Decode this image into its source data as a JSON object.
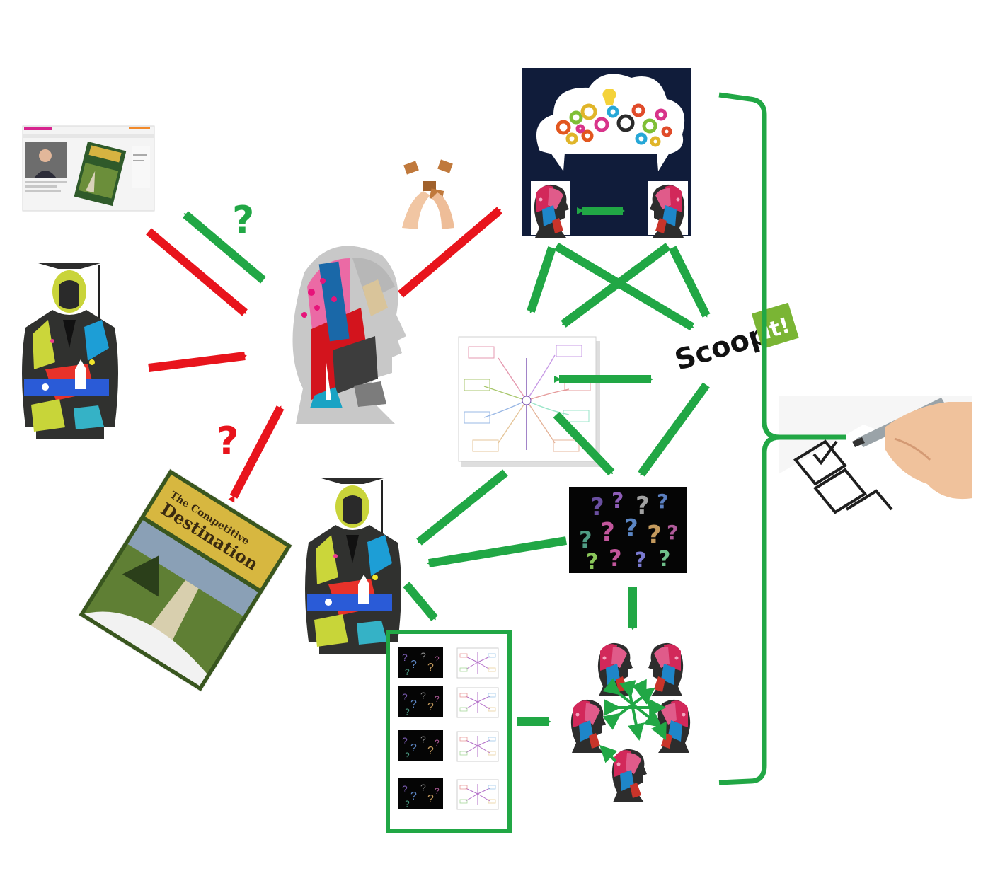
{
  "colors": {
    "green": "#21a745",
    "red": "#e8141c",
    "navy": "#101c3a",
    "scoop_green": "#7ab534",
    "black_panel": "#050505"
  },
  "labels": {
    "question_mark_top": "?",
    "question_mark_bottom": "?",
    "scoop_word": "Scoop.",
    "scoop_badge": "it!",
    "book_line1": "The Competitive",
    "book_line2": "Destination"
  },
  "icons": {
    "webpage": "webpage-screenshot-icon",
    "student": "graduate-student-icon",
    "head": "collage-head-icon",
    "book": "book-cover-icon",
    "hands": "hands-sharing-cards-icon",
    "cloud": "idea-cloud-icon",
    "mindmap": "mind-map-icon",
    "scoopit": "scoop-it-logo",
    "questions": "question-marks-icon",
    "group": "peer-group-icon",
    "checklist": "hand-checklist-icon"
  }
}
